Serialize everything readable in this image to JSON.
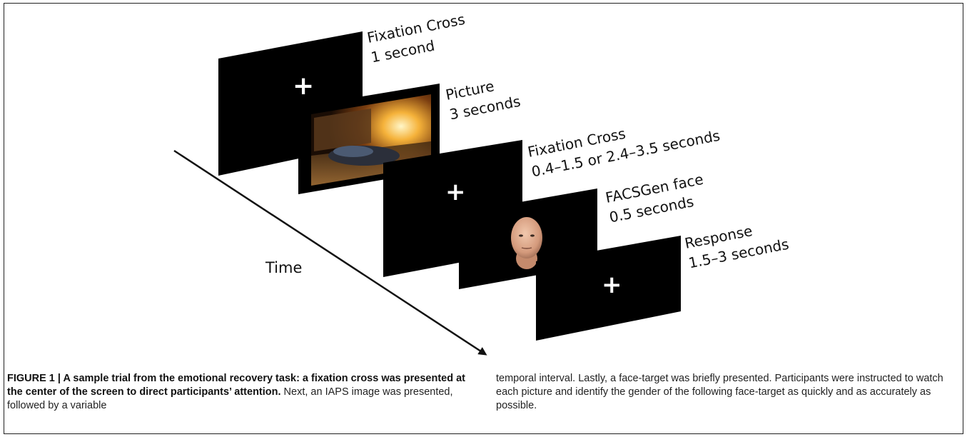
{
  "frames": [
    {
      "title": "Fixation Cross",
      "duration": "1 second",
      "content": "fixation-cross"
    },
    {
      "title": "Picture",
      "duration": "3 seconds",
      "content": "iaps-image"
    },
    {
      "title": "Fixation Cross",
      "duration": "0.4–1.5 or 2.4–3.5 seconds",
      "content": "fixation-cross"
    },
    {
      "title": "FACSGen face",
      "duration": "0.5 seconds",
      "content": "face"
    },
    {
      "title": "Response",
      "duration": "1.5–3 seconds",
      "content": "fixation-cross"
    }
  ],
  "time_label": "Time",
  "caption": {
    "bold": "FIGURE 1 | A sample trial from the emotional recovery task: a fixation cross was presented at the center of the screen to direct participants’ attention.",
    "part1": " Next, an IAPS image was presented, followed by a variable",
    "part2": "temporal interval. Lastly, a face-target was briefly presented. Participants were instructed to watch each picture and identify the gender of the following face-target as quickly and as accurately as possible."
  }
}
